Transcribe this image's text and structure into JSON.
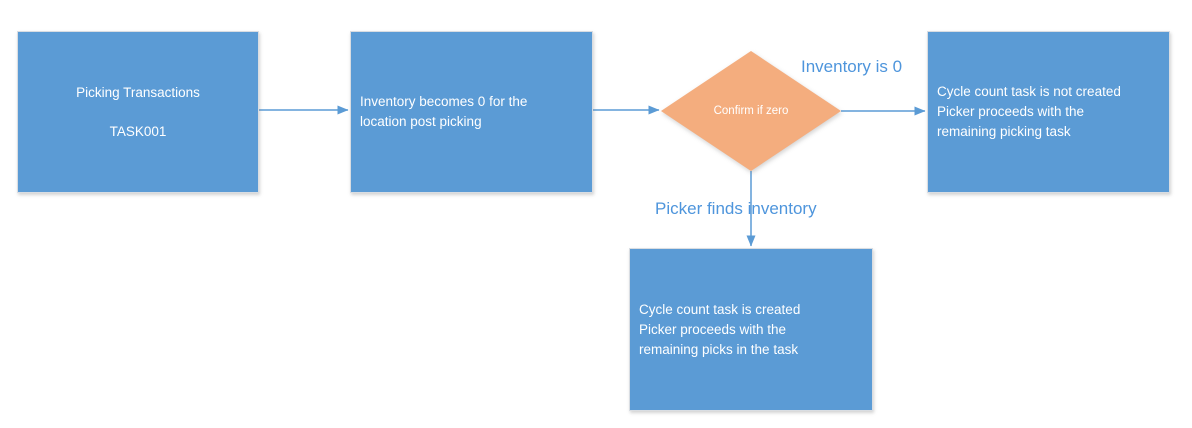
{
  "diagram_type": "flowchart",
  "colors": {
    "process_fill": "#5B9BD5",
    "process_border": "#D9DDE2",
    "decision_fill": "#F4AD7E",
    "connector": "#5B9BD5",
    "edge_label_text": "#4E95DC",
    "node_text": "#FFFFFF"
  },
  "nodes": {
    "picking": {
      "lines": [
        "Picking Transactions",
        "TASK001"
      ]
    },
    "inventory_zero": {
      "lines": [
        "Inventory becomes 0 for the",
        "location post picking"
      ]
    },
    "decision": {
      "label": "Confirm if zero"
    },
    "task_not_created": {
      "lines": [
        "Cycle count task is not created",
        "Picker proceeds with the",
        "remaining picking task"
      ]
    },
    "task_created": {
      "lines": [
        "Cycle count task is created",
        "Picker proceeds with the",
        "remaining picks in the task"
      ]
    }
  },
  "edge_labels": {
    "inventory_is_zero": "Inventory is 0",
    "picker_finds_inventory": "Picker finds inventory"
  }
}
